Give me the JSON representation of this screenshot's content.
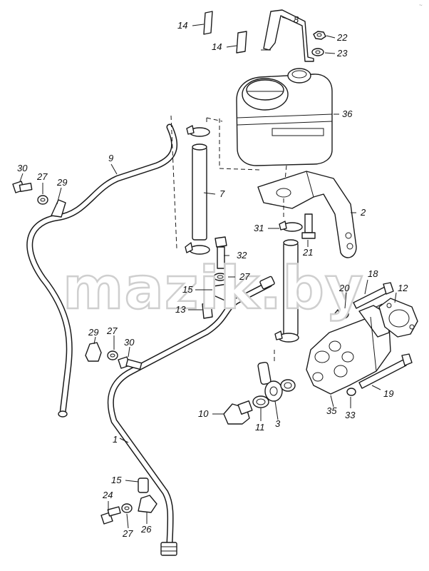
{
  "watermark": "mazik.by",
  "corner_mark": "~",
  "callouts": {
    "c1": "1",
    "c2": "2",
    "c3": "3",
    "c7": "7",
    "c8": "8",
    "c9": "9",
    "c10": "10",
    "c11": "11",
    "c12": "12",
    "c13": "13",
    "c14a": "14",
    "c14b": "14",
    "c15a": "15",
    "c15b": "15",
    "c18": "18",
    "c19": "19",
    "c20": "20",
    "c21": "21",
    "c22": "22",
    "c23": "23",
    "c24": "24",
    "c26": "26",
    "c27a": "27",
    "c27b": "27",
    "c27c": "27",
    "c27d": "27",
    "c29a": "29",
    "c29b": "29",
    "c30a": "30",
    "c30b": "30",
    "c31": "31",
    "c32": "32",
    "c33": "33",
    "c35": "35",
    "c36": "36"
  }
}
